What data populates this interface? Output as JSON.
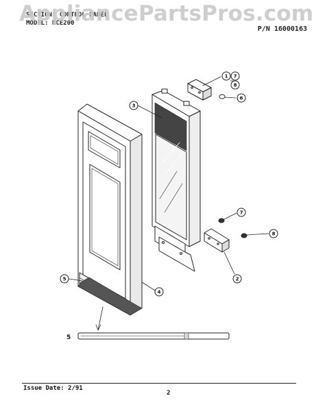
{
  "watermark": "AppliancePartsPros.com",
  "header": {
    "section": "SECTION: CONTROL PANEL",
    "model": "MODEL: RCE200",
    "part_number": "P/N 16000163"
  },
  "callouts": {
    "c1": "1",
    "c7a": "7",
    "c8a": "8",
    "c6": "6",
    "c3": "3",
    "c7b": "7",
    "c8b": "8",
    "c2": "2",
    "c4": "4",
    "c5": "5"
  },
  "strip_label": "5",
  "footer": {
    "issue_date": "Issue Date: 2/91",
    "page_number": "2"
  }
}
